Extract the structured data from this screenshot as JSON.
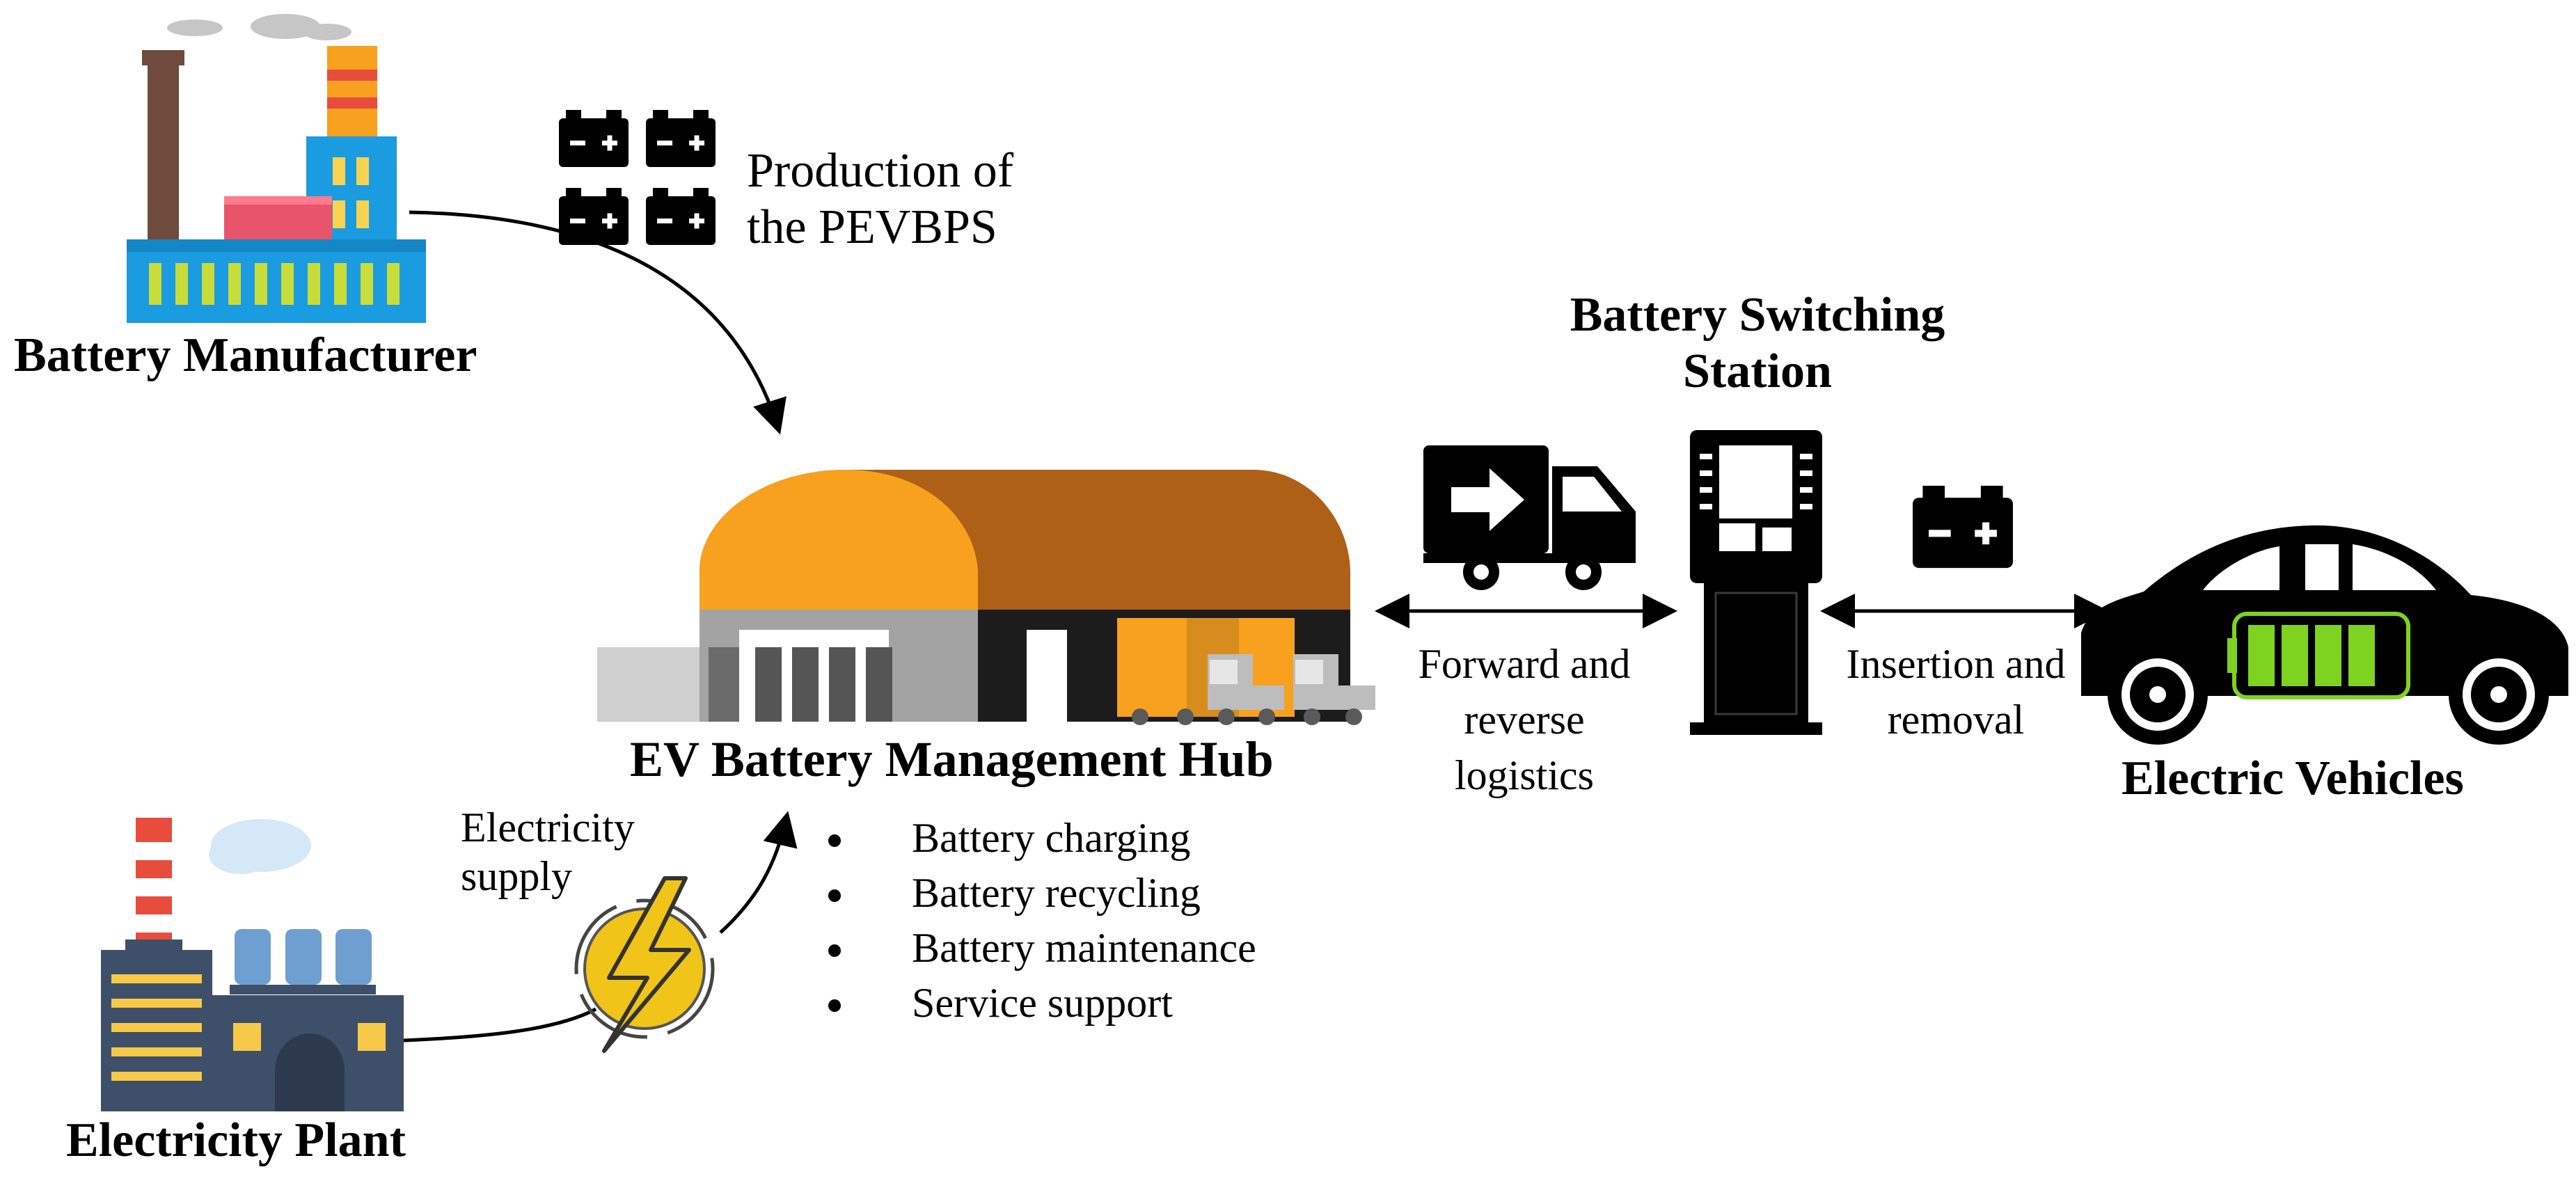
{
  "nodes": {
    "manufacturer": "Battery Manufacturer",
    "production": [
      "Production of",
      "the PEVBPS"
    ],
    "plant": "Electricity Plant",
    "supply": [
      "Electricity",
      "supply"
    ],
    "hub": "EV Battery Management Hub",
    "hub_services": [
      "Battery charging",
      "Battery recycling",
      "Battery maintenance",
      "Service support"
    ],
    "station": [
      "Battery Switching",
      "Station"
    ],
    "logistics": [
      "Forward and",
      "reverse",
      "logistics"
    ],
    "insertion": [
      "Insertion and",
      "removal"
    ],
    "vehicles": "Electric Vehicles"
  },
  "colors": {
    "orange": "#f7a11f",
    "dark_orange": "#ad6016",
    "factory_blue": "#1b9be0",
    "lime": "#c8dc3a",
    "plant_navy": "#3e4f69",
    "bolt_yellow": "#f0c419",
    "battery_green": "#7ed321"
  }
}
